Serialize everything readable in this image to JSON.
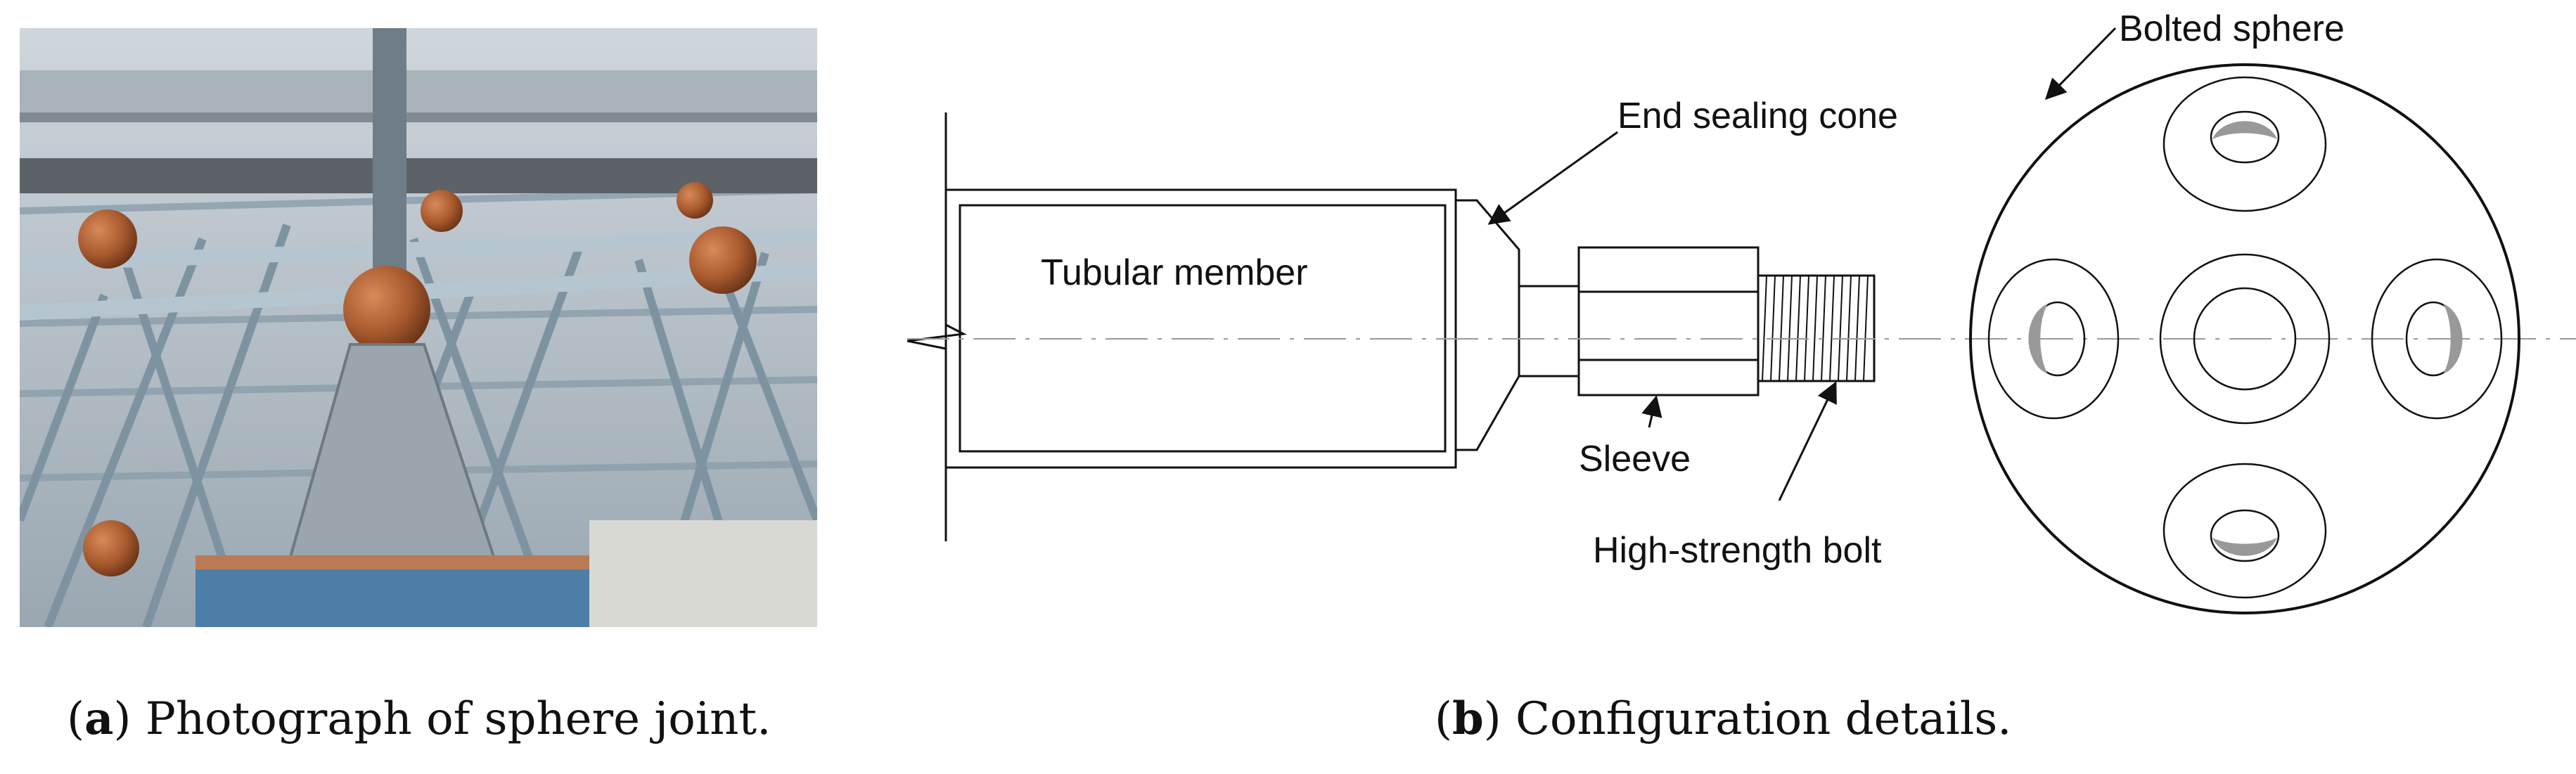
{
  "figure": {
    "caption_a": {
      "tag": "a",
      "text": "Photograph of sphere joint."
    },
    "caption_b": {
      "tag": "b",
      "text": "Configuration details."
    },
    "diagram_labels": {
      "bolted_sphere": "Bolted sphere",
      "end_sealing_cone": "End sealing cone",
      "tubular_member": "Tubular member",
      "sleeve": "Sleeve",
      "high_strength_bolt": "High-strength bolt"
    }
  }
}
